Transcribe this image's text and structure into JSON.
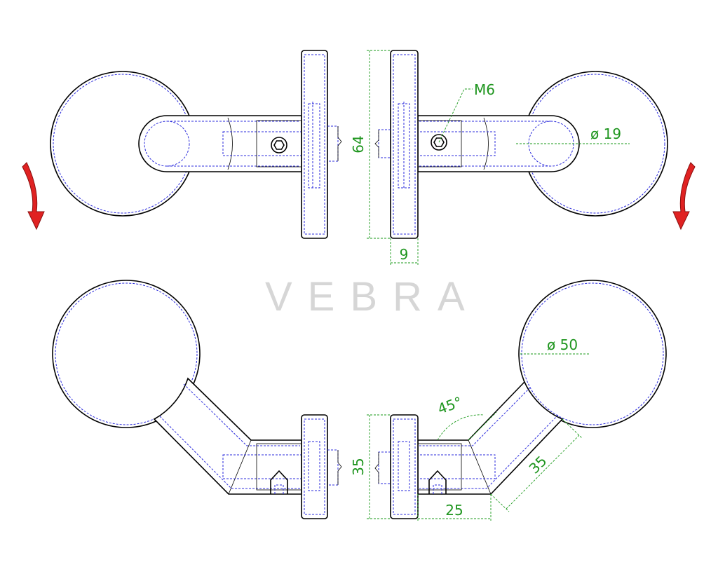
{
  "brand": "VEBRA",
  "dimensions": {
    "thread": "M6",
    "bore_diameter": "ø 19",
    "plate_height": "64",
    "plate_thickness": "9",
    "bent_plate_height": "35",
    "arm_offset": "25",
    "arm_length": "35",
    "bend_angle": "45°",
    "disc_diameter": "ø 50"
  },
  "colors": {
    "outline": "#000000",
    "hidden_lines": "#2b2bdc",
    "dimension_lines": "#1a9a1a",
    "rotation_arrows": "#e02222",
    "brand_text": "#d6d6d6"
  },
  "icons": [
    "rotate-arrow-icon",
    "hex-socket-icon"
  ]
}
